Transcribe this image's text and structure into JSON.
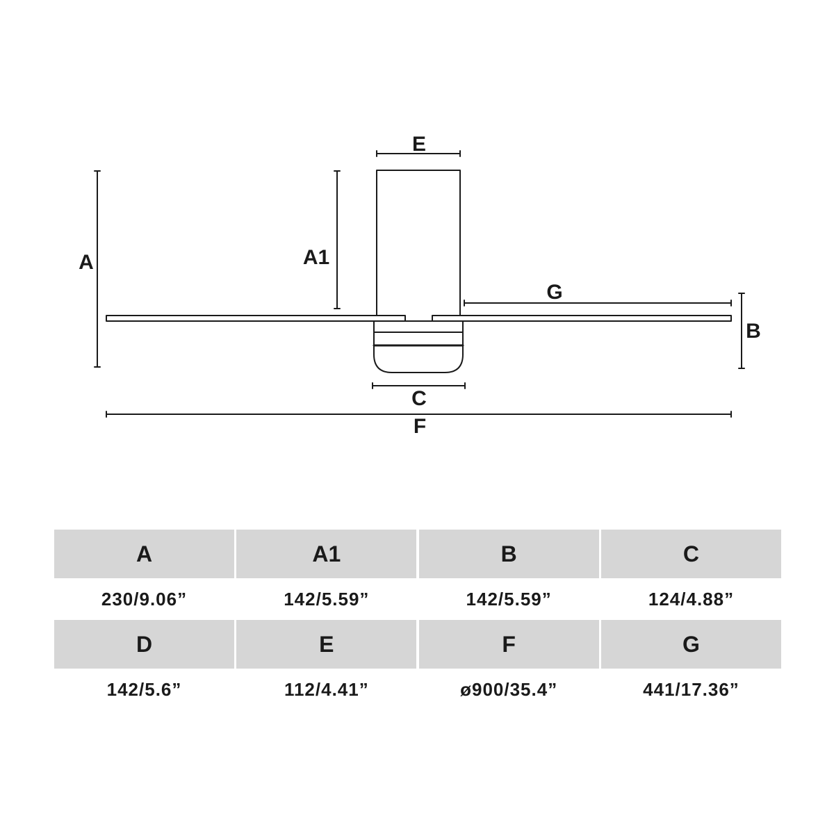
{
  "diagram": {
    "labels": {
      "A": "A",
      "A1": "A1",
      "B": "B",
      "C": "C",
      "E": "E",
      "F": "F",
      "G": "G"
    }
  },
  "table": {
    "rows": [
      {
        "headers": [
          "A",
          "A1",
          "B",
          "C"
        ],
        "values": [
          "230/9.06”",
          "142/5.59”",
          "142/5.59”",
          "124/4.88”"
        ]
      },
      {
        "headers": [
          "D",
          "E",
          "F",
          "G"
        ],
        "values": [
          "142/5.6”",
          "112/4.41”",
          "ø900/35.4”",
          "441/17.36”"
        ]
      }
    ]
  }
}
